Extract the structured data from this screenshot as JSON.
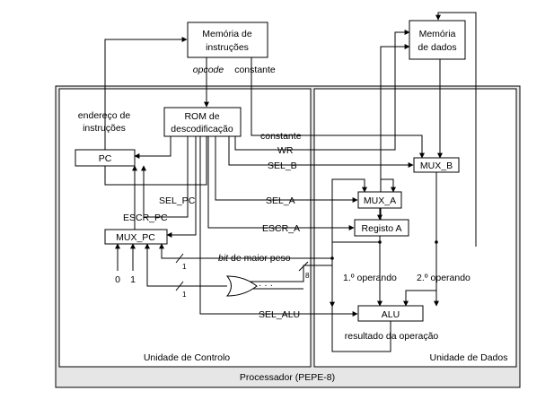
{
  "processor_label": "Processador (PEPE-8)",
  "control_unit_label": "Unidade de Controlo",
  "data_unit_label": "Unidade de Dados",
  "instr_memory": {
    "line1": "Memória de",
    "line2": "instruções"
  },
  "data_memory": {
    "line1": "Memória",
    "line2": "de dados"
  },
  "rom": {
    "line1": "ROM de",
    "line2": "descodificação"
  },
  "pc": "PC",
  "mux_pc": "MUX_PC",
  "mux_a": "MUX_A",
  "mux_b": "MUX_B",
  "registo_a": "Registo A",
  "alu": "ALU",
  "signals": {
    "opcode": "opcode",
    "constante_top": "constante",
    "constante": "constante",
    "wr": "WR",
    "sel_b": "SEL_B",
    "sel_a": "SEL_A",
    "escr_a": "ESCR_A",
    "sel_pc": "SEL_PC",
    "escr_pc": "ESCR_PC",
    "sel_alu": "SEL_ALU",
    "endereco_line1": "endereço de",
    "endereco_line2": "instruções",
    "bit_maior_peso_italic": "bit",
    "bit_maior_peso_rest": " de maior peso",
    "const_0": "0",
    "const_1": "1",
    "bus_width_1a": "1",
    "bus_width_1b": "1",
    "bus_width_8": "8",
    "dots": "· · ·",
    "operando1": "1.º operando",
    "operando2": "2.º operando",
    "resultado": "resultado da operação"
  }
}
